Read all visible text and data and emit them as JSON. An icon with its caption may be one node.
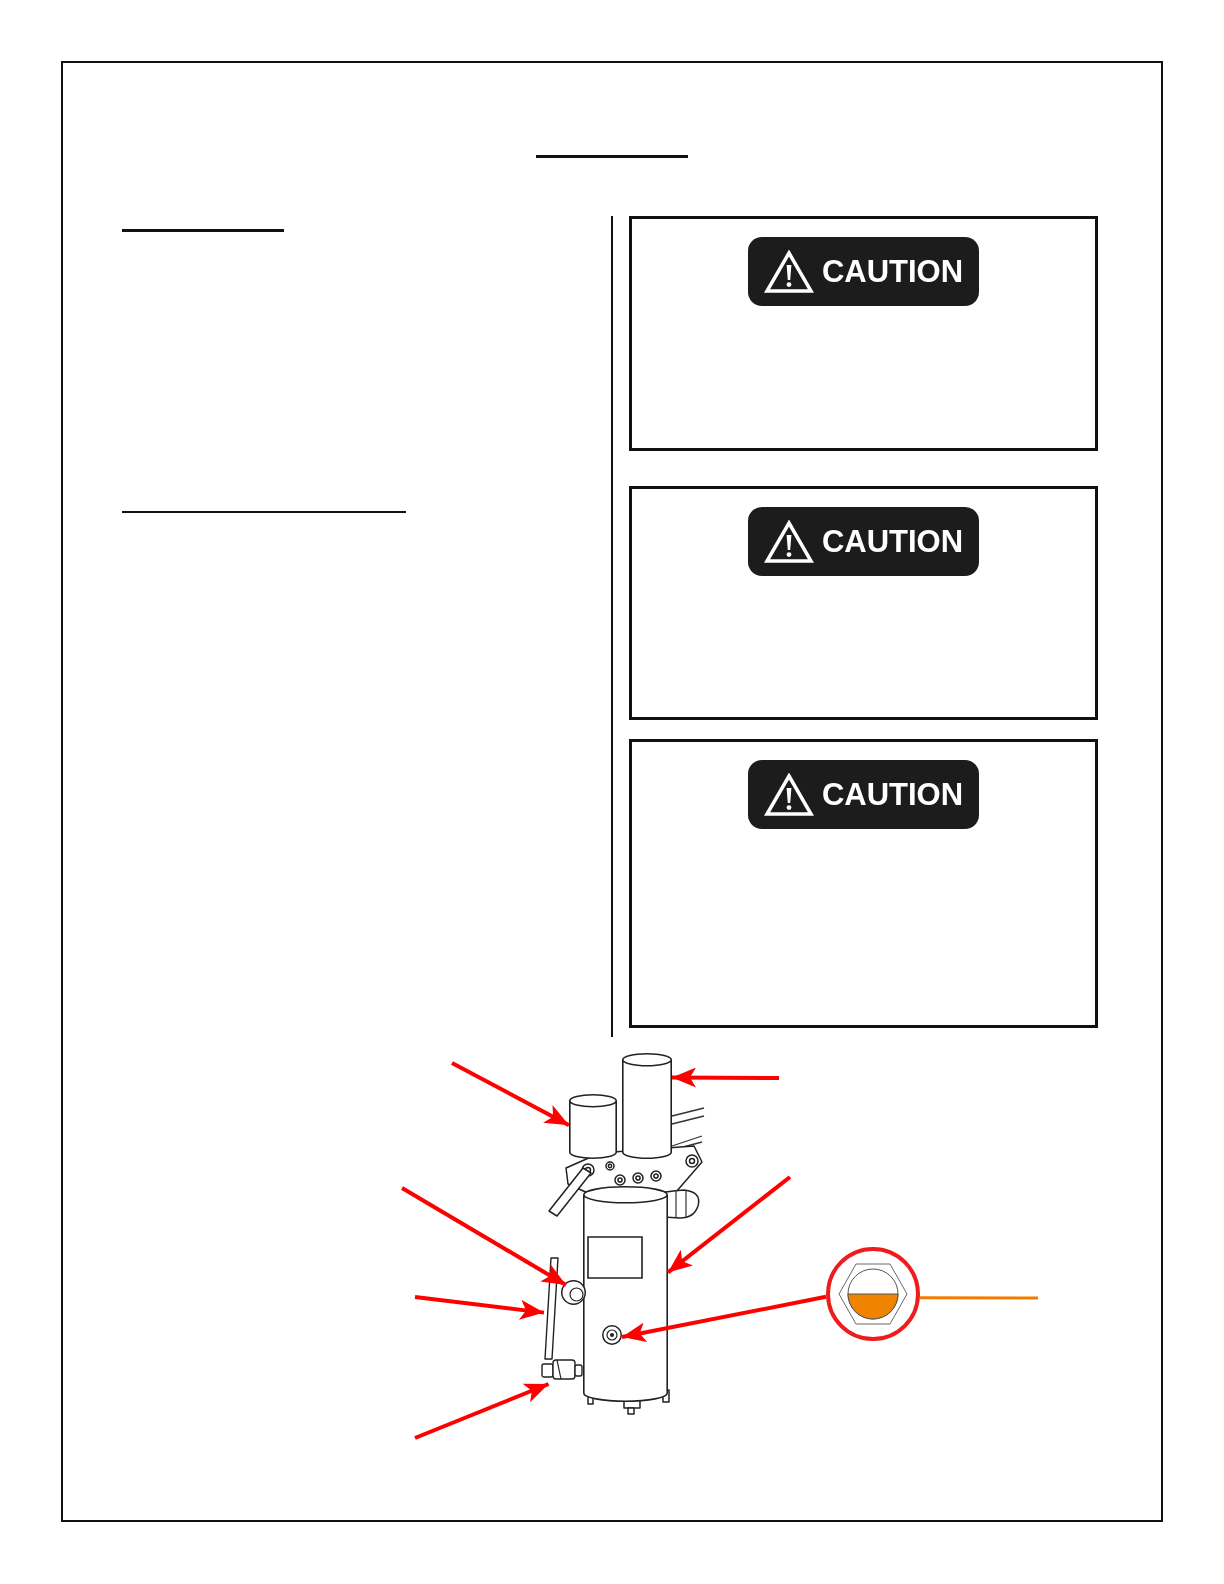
{
  "diagram": {
    "nodes": [
      {
        "text": [
          "CAUTION"
        ]
      },
      {
        "text": [
          "CAUTION"
        ]
      },
      {
        "text": [
          "CAUTION"
        ]
      },
      {
        "text": [],
        "shape": "cylinder"
      },
      {
        "text": [],
        "shape": "cylinder"
      },
      {
        "text": [],
        "shape": "circle"
      },
      {
        "text": [],
        "shape": "cylinder"
      },
      {
        "text": [],
        "shape": "bar"
      },
      {
        "text": [],
        "shape": "circle",
        "in": 6
      },
      {
        "text": [],
        "shape": "box"
      },
      {
        "text": [],
        "shape": "circle"
      }
    ],
    "edges": [
      {
        "from": null,
        "to": 3,
        "arrow": "to"
      },
      {
        "from": null,
        "to": 4,
        "arrow": "to"
      },
      {
        "from": null,
        "to": 5,
        "arrow": "to"
      },
      {
        "from": null,
        "to": 6,
        "arrow": "to"
      },
      {
        "from": null,
        "to": 7,
        "arrow": "to"
      },
      {
        "from": 10,
        "to": 8,
        "arrow": "to"
      },
      {
        "from": null,
        "to": 9,
        "arrow": "to"
      },
      {
        "from": null,
        "to": 10,
        "arrow": "none",
        "color": "#f27b00"
      }
    ]
  }
}
